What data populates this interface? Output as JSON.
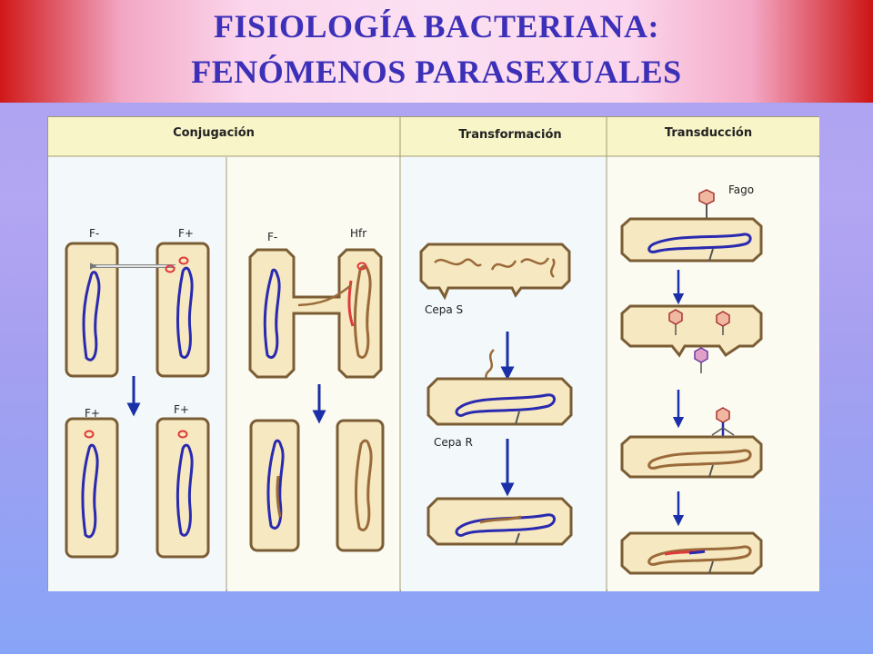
{
  "slide": {
    "title_line1": "FISIOLOGÍA BACTERIANA:",
    "title_line2": "FENÓMENOS PARASEXUALES"
  },
  "diagram": {
    "columns": [
      {
        "header": "Conjugación"
      },
      {
        "header": "Transformación"
      },
      {
        "header": "Transducción"
      }
    ],
    "conjugation": {
      "left_top": [
        "F-",
        "F+"
      ],
      "left_bottom": [
        "F+",
        "F+"
      ],
      "right_top": [
        "F-",
        "Hfr"
      ]
    },
    "transformation": {
      "strain_s": "Cepa S",
      "strain_r": "Cepa R"
    },
    "transduction": {
      "phage": "Fago"
    },
    "colors": {
      "header_bg": "#f8f5c8",
      "panel_bg": "#fdfdf3",
      "cell_fill": "#f6e8c0",
      "cell_outline": "#7b5d35",
      "chromosome_blue": "#2a2ab0",
      "chromosome_brown": "#9a6a3a",
      "plasmid_red": "#e03a3a",
      "arrow_blue": "#1a2fa8"
    }
  }
}
